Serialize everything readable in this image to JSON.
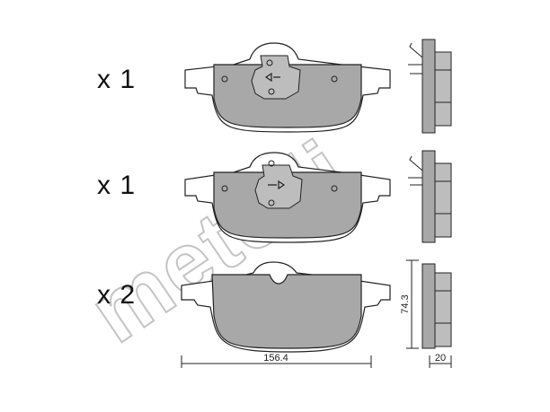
{
  "quantities": {
    "pad_1": "x 1",
    "pad_2": "x 1",
    "pad_3": "x 2"
  },
  "dimensions": {
    "width": "156.4",
    "height": "74.3",
    "thickness": "20"
  },
  "watermark": {
    "text": "metelli"
  },
  "colors": {
    "pad_fill": "#a8a8a8",
    "outline": "#222222",
    "watermark_stroke": "#c4c4c4",
    "background": "#ffffff"
  }
}
